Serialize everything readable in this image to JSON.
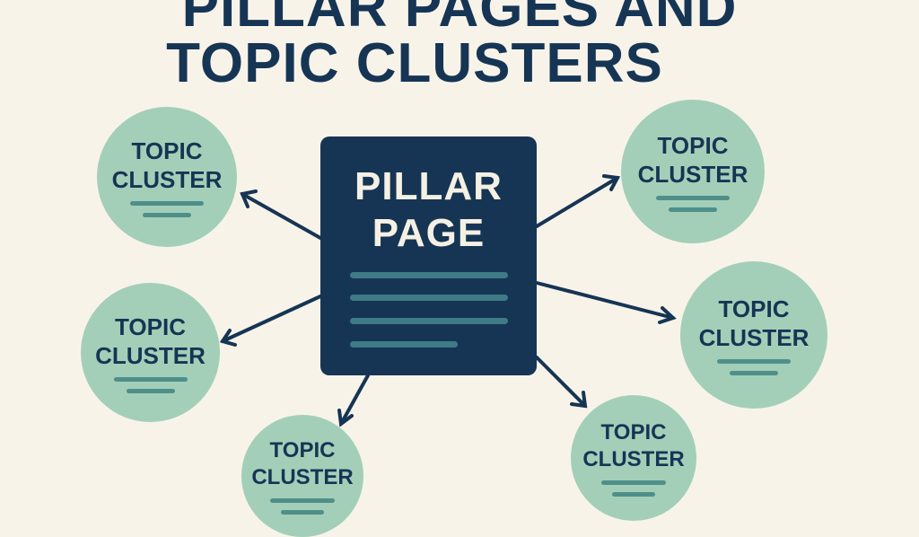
{
  "title": {
    "line1": "PILLAR PAGES AND",
    "line2": "TOPIC CLUSTERS"
  },
  "pillar": {
    "line1": "PILLAR",
    "line2": "PAGE"
  },
  "clusters": [
    {
      "line1": "TOPIC",
      "line2": "CLUSTER"
    },
    {
      "line1": "TOPIC",
      "line2": "CLUSTER"
    },
    {
      "line1": "TOPIC",
      "line2": "CLUSTER"
    },
    {
      "line1": "TOPIC",
      "line2": "CLUSTER"
    },
    {
      "line1": "TOPIC",
      "line2": "CLUSTER"
    },
    {
      "line1": "TOPIC",
      "line2": "CLUSTER"
    }
  ],
  "colors": {
    "background": "#f8f3e9",
    "navy": "#163554",
    "circle": "#a3cfb8",
    "accent": "#3f7a87"
  }
}
